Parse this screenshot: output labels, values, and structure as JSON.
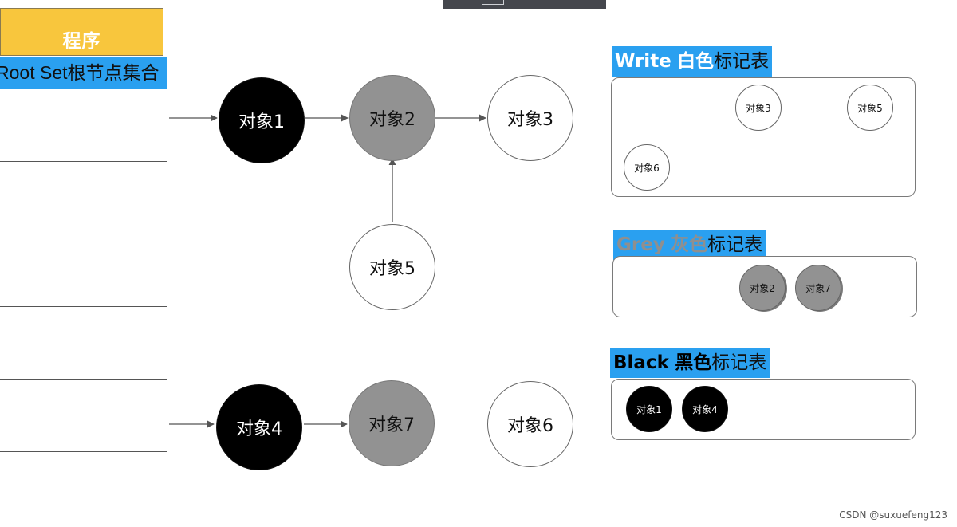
{
  "program": {
    "title": "程序"
  },
  "root_set": {
    "label": "Root Set根节点集合"
  },
  "nodes": {
    "obj1": {
      "label": "对象1"
    },
    "obj2": {
      "label": "对象2"
    },
    "obj3": {
      "label": "对象3"
    },
    "obj4": {
      "label": "对象4"
    },
    "obj5": {
      "label": "对象5"
    },
    "obj6": {
      "label": "对象6"
    },
    "obj7": {
      "label": "对象7"
    }
  },
  "tables": {
    "white": {
      "label_en": "Write",
      "label_color": "白色",
      "label_suffix": "标记表",
      "items": [
        "对象3",
        "对象5",
        "对象6"
      ]
    },
    "grey": {
      "label_en": "Grey",
      "label_color": "灰色",
      "label_suffix": "标记表",
      "items": [
        "对象2",
        "对象7"
      ]
    },
    "black": {
      "label_en": "Black",
      "label_color": "黑色",
      "label_suffix": "标记表",
      "items": [
        "对象1",
        "对象4"
      ]
    }
  },
  "colors": {
    "program_header": "#f8c63d",
    "label_blue": "#2aa0f0",
    "node_black": "#000000",
    "node_grey": "#929292",
    "node_white": "#ffffff"
  },
  "watermark": {
    "text": "CSDN @suxuefeng123"
  }
}
